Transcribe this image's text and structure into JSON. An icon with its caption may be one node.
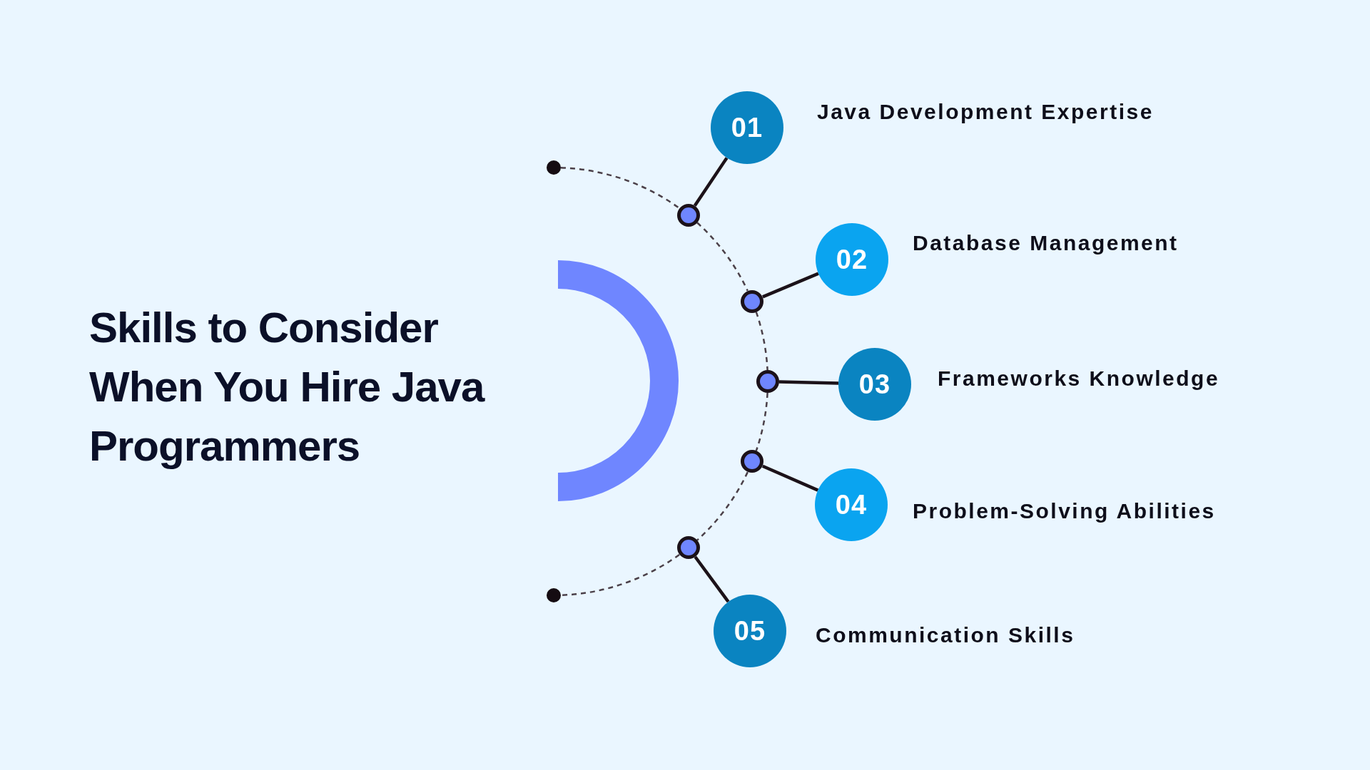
{
  "diagram": {
    "title": "Skills to Consider When You Hire Java Programmers",
    "nodes": [
      {
        "text": [
          "01"
        ],
        "beside": [
          "Java Development Expertise"
        ]
      },
      {
        "text": [
          "02"
        ],
        "beside": [
          "Database Management"
        ]
      },
      {
        "text": [
          "03"
        ],
        "beside": [
          "Frameworks Knowledge"
        ]
      },
      {
        "text": [
          "04"
        ],
        "beside": [
          "Problem-Solving Abilities"
        ]
      },
      {
        "text": [
          "05"
        ],
        "beside": [
          "Communication Skills"
        ]
      },
      {
        "text": [],
        "shape": "circle"
      },
      {
        "text": [],
        "shape": "circle"
      },
      {
        "text": [],
        "shape": "circle"
      },
      {
        "text": [],
        "shape": "circle"
      },
      {
        "text": [],
        "shape": "circle"
      },
      {
        "text": [],
        "shape": "circle"
      },
      {
        "text": [],
        "shape": "circle"
      }
    ],
    "edges": [
      {
        "from": 5,
        "to": 0,
        "arrow": "none"
      },
      {
        "from": 6,
        "to": 1,
        "arrow": "none"
      },
      {
        "from": 7,
        "to": 2,
        "arrow": "none"
      },
      {
        "from": 8,
        "to": 3,
        "arrow": "none"
      },
      {
        "from": 9,
        "to": 4,
        "arrow": "none"
      },
      {
        "from": 10,
        "to": 5,
        "arrow": "none",
        "style": "dashed"
      },
      {
        "from": 5,
        "to": 6,
        "arrow": "none",
        "style": "dashed"
      },
      {
        "from": 6,
        "to": 7,
        "arrow": "none",
        "style": "dashed"
      },
      {
        "from": 7,
        "to": 8,
        "arrow": "none",
        "style": "dashed"
      },
      {
        "from": 8,
        "to": 9,
        "arrow": "none",
        "style": "dashed"
      },
      {
        "from": 9,
        "to": 11,
        "arrow": "none",
        "style": "dashed"
      }
    ]
  }
}
